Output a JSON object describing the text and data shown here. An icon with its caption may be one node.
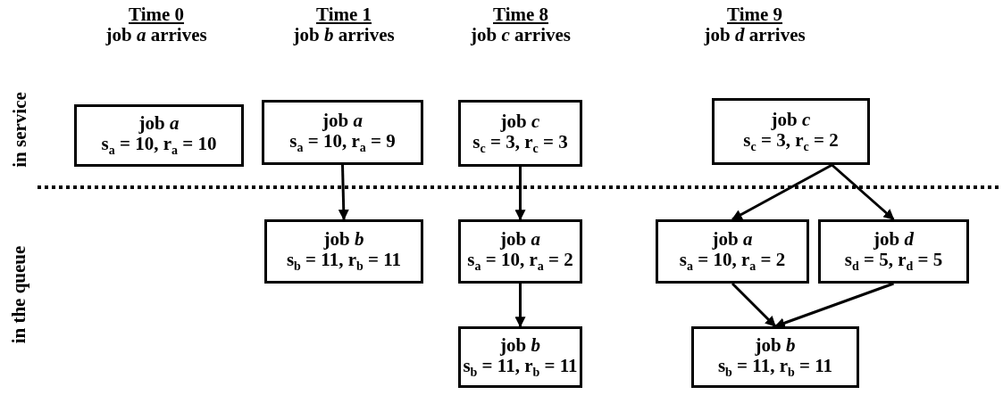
{
  "diagram": {
    "nodes": [
      {
        "text": [
          "job *a*",
          "s$_{a}$ = 10, r$_{a}$ = 10"
        ]
      },
      {
        "text": [
          "job *a*",
          "s$_{a}$ = 10, r$_{a}$ = 9"
        ]
      },
      {
        "text": [
          "job *b*",
          "s$_{b}$ = 11, r$_{b}$ = 11"
        ]
      },
      {
        "text": [
          "job *c*",
          "s$_{c}$ = 3, r$_{c}$ = 3"
        ]
      },
      {
        "text": [
          "job *a*",
          "s$_{a}$ = 10, r$_{a}$ = 2"
        ]
      },
      {
        "text": [
          "job *b*",
          "s$_{b}$ = 11, r$_{b}$ = 11"
        ]
      },
      {
        "text": [
          "job *c*",
          "s$_{c}$ = 3, r$_{c}$ = 2"
        ]
      },
      {
        "text": [
          "job *a*",
          "s$_{a}$ = 10, r$_{a}$ = 2"
        ]
      },
      {
        "text": [
          "job *d*",
          "s$_{d}$ = 5, r$_{d}$ = 5"
        ]
      },
      {
        "text": [
          "job *b*",
          "s$_{b}$ = 11, r$_{b}$ = 11"
        ]
      }
    ],
    "edges": [
      {
        "from": 1,
        "to": 2,
        "arrow": "to"
      },
      {
        "from": 3,
        "to": 4,
        "arrow": "to"
      },
      {
        "from": 4,
        "to": 5,
        "arrow": "to"
      },
      {
        "from": 6,
        "to": 7,
        "arrow": "to"
      },
      {
        "from": 6,
        "to": 8,
        "arrow": "to"
      },
      {
        "from": 7,
        "to": 9,
        "arrow": "to"
      },
      {
        "from": 8,
        "to": 9,
        "arrow": "to"
      }
    ],
    "labels": [
      "Time 0",
      "job *a* arrives",
      "Time 1",
      "job *b* arrives",
      "Time 8",
      "job *c* arrives",
      "Time 9",
      "job *d* arrives",
      "in service",
      "in the queue"
    ]
  }
}
